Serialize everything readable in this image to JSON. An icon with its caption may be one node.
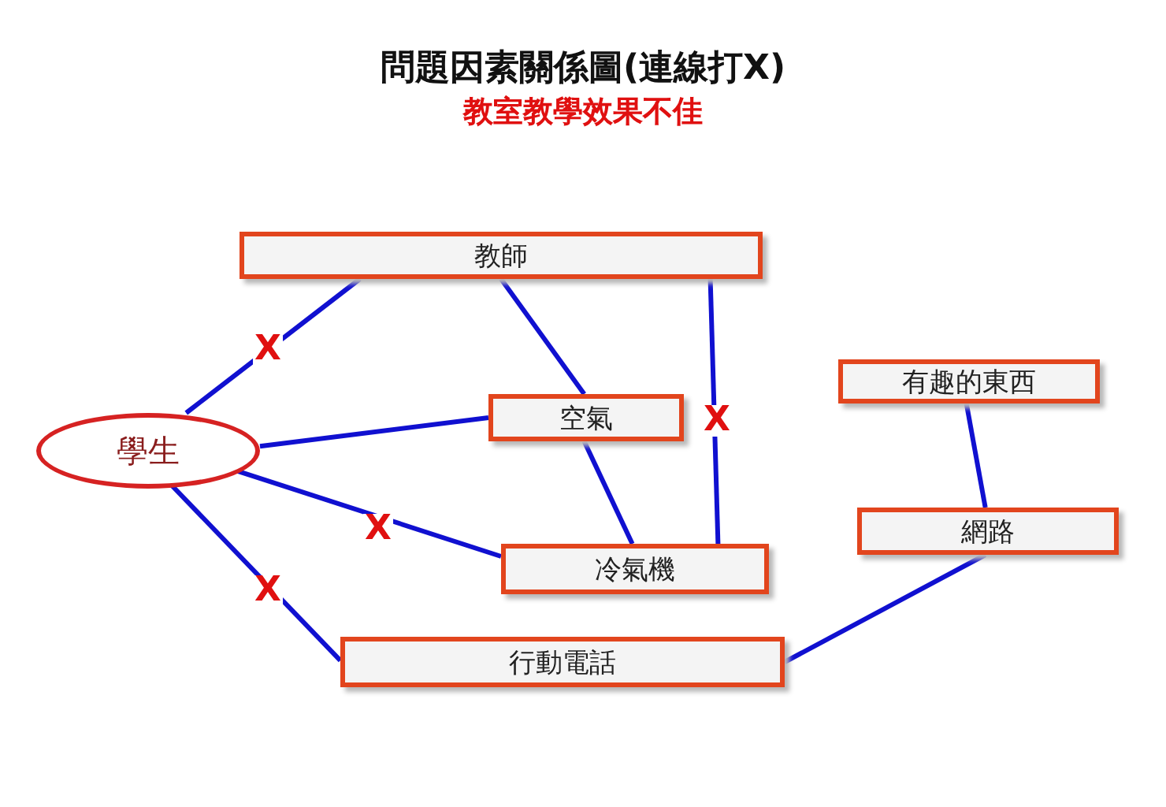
{
  "diagram": {
    "title": "問題因素關係圖(連線打X)",
    "nodes": [
      {
        "text": [
          "教師"
        ]
      },
      {
        "text": [
          "有趣的東西"
        ]
      },
      {
        "text": [
          "學生"
        ]
      },
      {
        "text": [
          "空氣"
        ]
      },
      {
        "text": [
          "網路"
        ]
      },
      {
        "text": [
          "冷氣機"
        ]
      },
      {
        "text": [
          "行動電話"
        ]
      }
    ],
    "edges": [
      {
        "from": 2,
        "to": 0,
        "arrow": "none",
        "label": "X"
      },
      {
        "from": 0,
        "to": 3,
        "arrow": "none"
      },
      {
        "from": 0,
        "to": 5,
        "arrow": "none",
        "label": "X"
      },
      {
        "from": 2,
        "to": 3,
        "arrow": "none"
      },
      {
        "from": 2,
        "to": 5,
        "arrow": "none",
        "label": "X"
      },
      {
        "from": 3,
        "to": 5,
        "arrow": "none"
      },
      {
        "from": 2,
        "to": 6,
        "arrow": "none",
        "label": "X"
      },
      {
        "from": 1,
        "to": 4,
        "arrow": "none"
      },
      {
        "from": 4,
        "to": 6,
        "arrow": "none"
      }
    ],
    "labels": [
      "教室教學效果不佳"
    ]
  }
}
